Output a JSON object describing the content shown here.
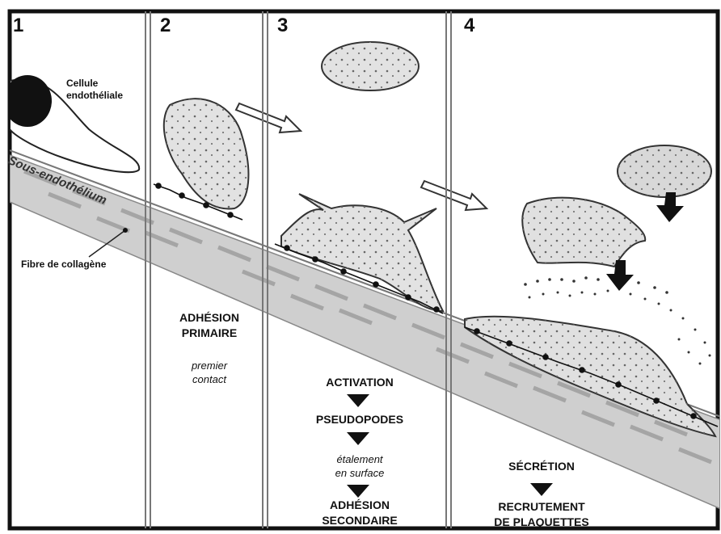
{
  "panels": [
    {
      "number": "1"
    },
    {
      "number": "2"
    },
    {
      "number": "3"
    },
    {
      "number": "4"
    }
  ],
  "labels": {
    "endothelial_cell": "Cellule\nendothéliale",
    "subendothelium": "Sous-endothélium",
    "collagen_fiber": "Fibre de collagène"
  },
  "stage2": {
    "title_line1": "ADHÉSION",
    "title_line2": "PRIMAIRE",
    "note_line1": "premier",
    "note_line2": "contact"
  },
  "stage3": {
    "step1": "ACTIVATION",
    "step2": "PSEUDOPODES",
    "note_line1": "étalement",
    "note_line2": "en surface",
    "step3_line1": "ADHÉSION",
    "step3_line2": "SECONDAIRE"
  },
  "stage4": {
    "step1": "SÉCRÉTION",
    "step2_line1": "RECRUTEMENT",
    "step2_line2": "DE PLAQUETTES"
  },
  "colors": {
    "border": "#111111",
    "vessel_wall": "#cfcfcf",
    "platelet": "#e2e2e2",
    "dash": "#a9a9a9"
  }
}
